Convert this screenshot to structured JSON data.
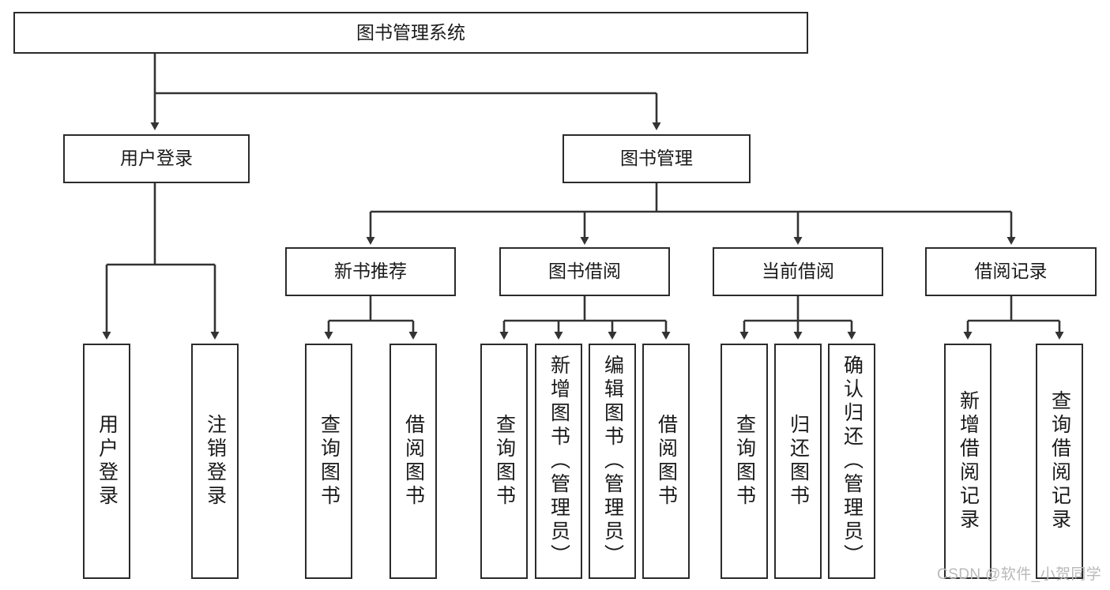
{
  "diagram": {
    "type": "tree",
    "title": "图书管理系统",
    "watermark": "CSDN @软件_小贺同学",
    "colors": {
      "box_border": "#2b2b2b",
      "box_fill": "#ffffff",
      "edge": "#333333",
      "text": "#1a1a1a",
      "watermark": "#b9b9b9"
    },
    "nodes": {
      "root": {
        "label": "图书管理系统"
      },
      "level2": [
        {
          "label": "用户登录"
        },
        {
          "label": "图书管理"
        }
      ],
      "level3": [
        {
          "label": "新书推荐"
        },
        {
          "label": "图书借阅"
        },
        {
          "label": "当前借阅"
        },
        {
          "label": "借阅记录"
        }
      ],
      "leaves": {
        "user_login": [
          {
            "label": "用户登录"
          },
          {
            "label": "注销登录"
          }
        ],
        "new_book_recommend": [
          {
            "label": "查询图书"
          },
          {
            "label": "借阅图书"
          }
        ],
        "book_borrow": [
          {
            "label": "查询图书"
          },
          {
            "label": "新增图书（管理员）"
          },
          {
            "label": "编辑图书（管理员）"
          },
          {
            "label": "借阅图书"
          }
        ],
        "current_borrow": [
          {
            "label": "查询图书"
          },
          {
            "label": "归还图书"
          },
          {
            "label": "确认归还（管理员）"
          }
        ],
        "borrow_record": [
          {
            "label": "新增借阅记录"
          },
          {
            "label": "查询借阅记录"
          }
        ]
      }
    }
  }
}
